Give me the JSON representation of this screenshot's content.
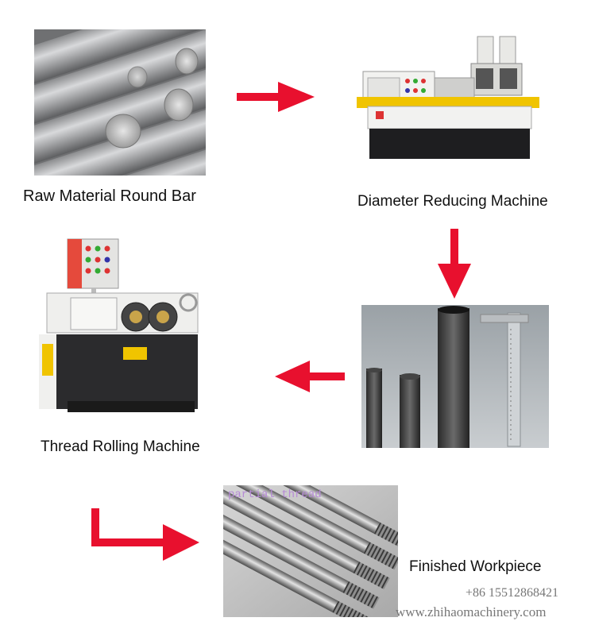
{
  "steps": {
    "raw": {
      "label": "Raw Material Round Bar"
    },
    "reducing": {
      "label": "Diameter Reducing Machine"
    },
    "rolling": {
      "label": "Thread Rolling Machine"
    },
    "finished": {
      "label": "Finished Workpiece",
      "overlay_text": "partial thread"
    }
  },
  "contact": {
    "phone": "+86 15512868421",
    "website": "www.zhihaomachinery.com"
  },
  "colors": {
    "arrow": "#e8102e",
    "machine_body": "#f2f2f0",
    "machine_base": "#1e1e20",
    "accent_yellow": "#f0c400",
    "overlay_text": "#b68ad6"
  }
}
